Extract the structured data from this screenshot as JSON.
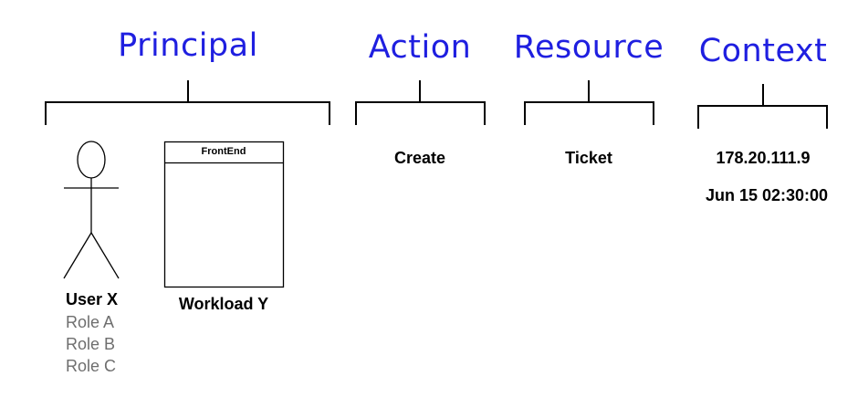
{
  "headings": {
    "principal": "Principal",
    "action": "Action",
    "resource": "Resource",
    "context": "Context"
  },
  "principal": {
    "user": {
      "name": "User X",
      "roles": [
        "Role A",
        "Role B",
        "Role C"
      ]
    },
    "workload": {
      "box_title": "FrontEnd",
      "name": "Workload Y"
    }
  },
  "action": {
    "value": "Create"
  },
  "resource": {
    "value": "Ticket"
  },
  "context": {
    "ip": "178.20.111.9",
    "time": "Jun 15 02:30:00"
  },
  "colors": {
    "heading": "#1f1fe0",
    "role_text": "#6e6e6e",
    "line": "#000000"
  }
}
